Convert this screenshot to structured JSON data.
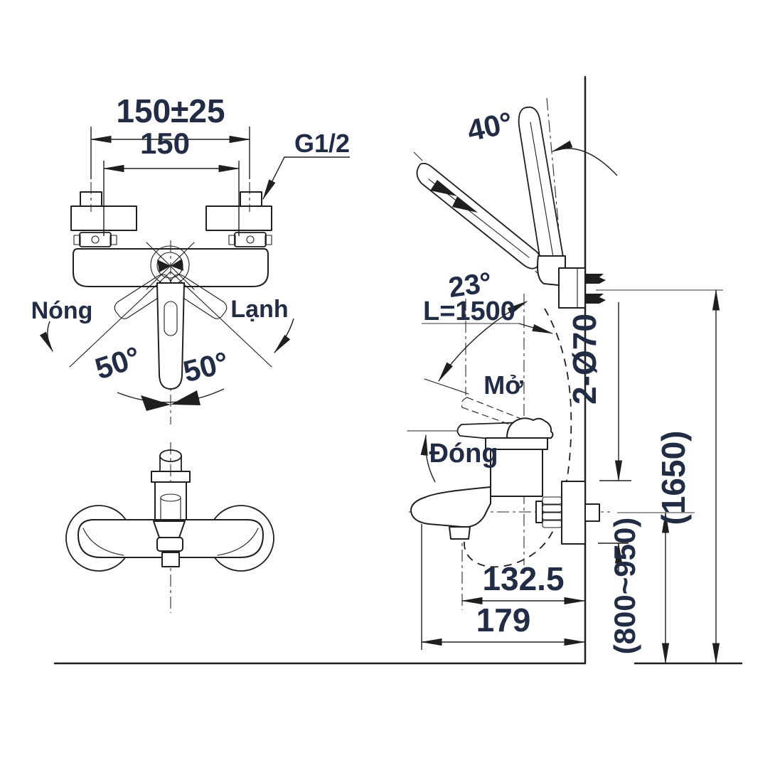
{
  "front_view": {
    "dim_mounting_pitch_tolerance": "150±25",
    "dim_mounting_pitch": "150",
    "thread_size_label": "G1/2",
    "hot_label": "Nóng",
    "cold_label": "Lạnh",
    "handle_angle_left": "50°",
    "handle_angle_right": "50°"
  },
  "side_view": {
    "shower_holder_angle": "40°",
    "lever_lift_angle": "23°",
    "hose_length_label": "L=1500",
    "lever_open_label": "Mở",
    "lever_close_label": "Đóng",
    "escutcheon_label": "2-Ø70",
    "dim_spout_center_to_wall": "132.5",
    "dim_spout_reach": "179",
    "dim_mixer_height_range": "(800~950)",
    "dim_overall_height": "(1650)"
  },
  "colors": {
    "line": "#1f1f1f",
    "dimension_text": "#232c45",
    "reference_line": "#8c8c8c",
    "background": "#ffffff"
  }
}
